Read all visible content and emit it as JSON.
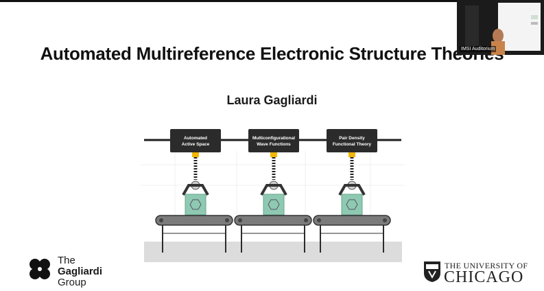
{
  "slide": {
    "title": "Automated Multireference Electronic Structure Theories",
    "author": "Laura Gagliardi"
  },
  "stations": [
    {
      "line1": "Automated",
      "line2": "Active Space"
    },
    {
      "line1": "Multiconfigurational",
      "line2": "Wave Functions"
    },
    {
      "line1": "Pair Density",
      "line2": "Functional Theory"
    }
  ],
  "video_feed": {
    "label": "IMSI Auditorium"
  },
  "group_logo": {
    "line1": "The",
    "line2": "Gagliardi",
    "line3": "Group"
  },
  "university_logo": {
    "line1": "THE UNIVERSITY OF",
    "line2": "CHICAGO"
  },
  "colors": {
    "station_box": "#2b2b2b",
    "molecule_box": "#8fc9b2",
    "conveyor": "#7b7b7b",
    "floor": "#dcdcdc",
    "joint": "#f2b705"
  }
}
